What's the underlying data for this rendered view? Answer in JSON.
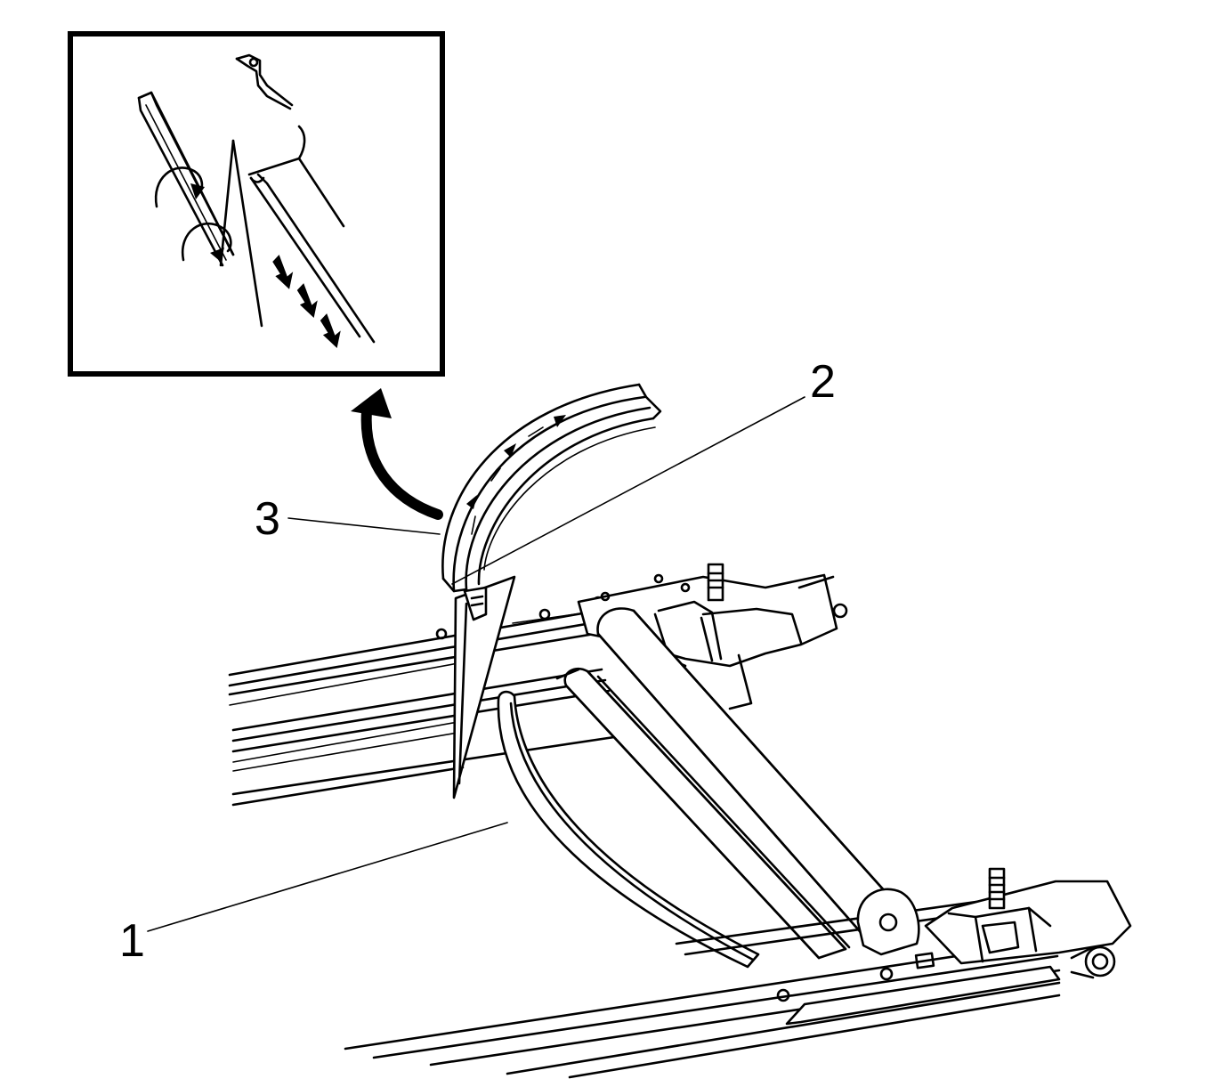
{
  "diagram": {
    "callouts": [
      {
        "id": "1",
        "label": "1"
      },
      {
        "id": "2",
        "label": "2"
      },
      {
        "id": "3",
        "label": "3"
      }
    ],
    "colors": {
      "line": "#000000",
      "background": "#ffffff"
    },
    "inset": {
      "has_detail_view": true
    }
  }
}
